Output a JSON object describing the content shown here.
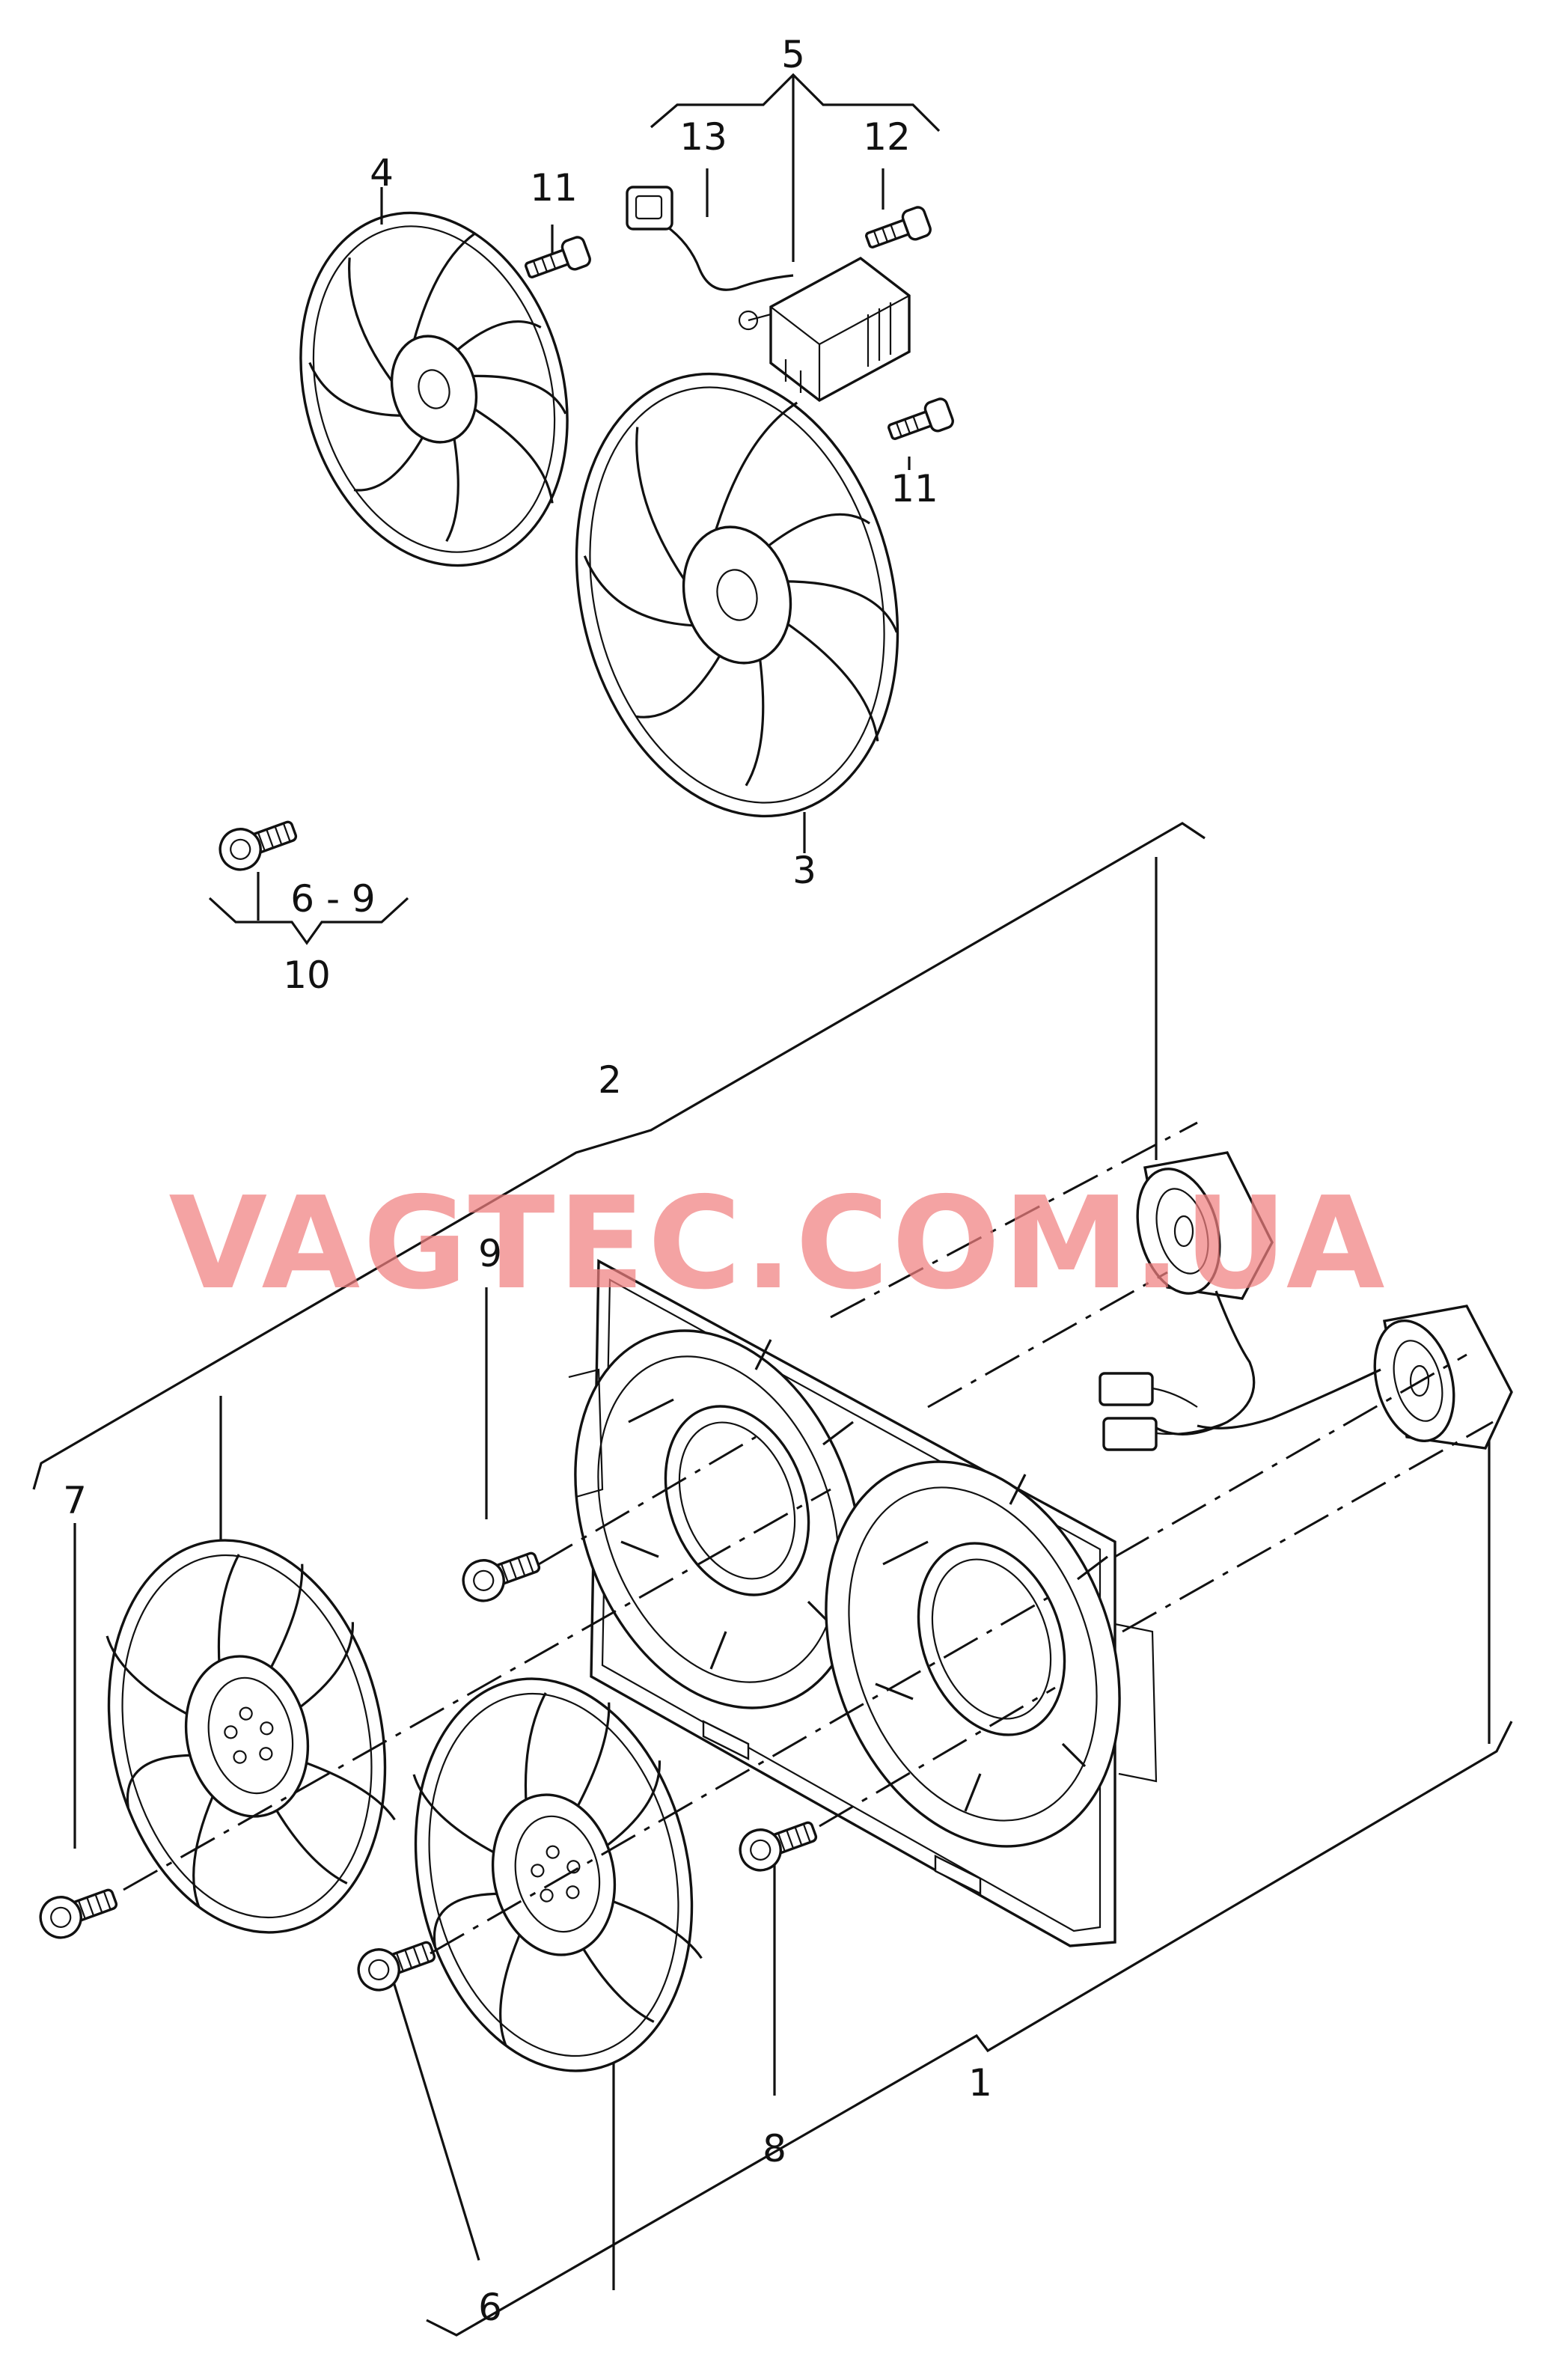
{
  "diagram": {
    "callouts": {
      "c1": "1",
      "c2": "2",
      "c3": "3",
      "c4": "4",
      "c5": "5",
      "c6": "6",
      "c7": "7",
      "c8": "8",
      "c9": "9",
      "c10": "10",
      "c11a": "11",
      "c11b": "11",
      "c12": "12",
      "c13": "13",
      "c6_9": "6 - 9"
    },
    "watermark": "VAGTEC.COM.UA",
    "colors": {
      "line": "#111111",
      "watermark": "#f08080",
      "background": "#ffffff"
    }
  }
}
